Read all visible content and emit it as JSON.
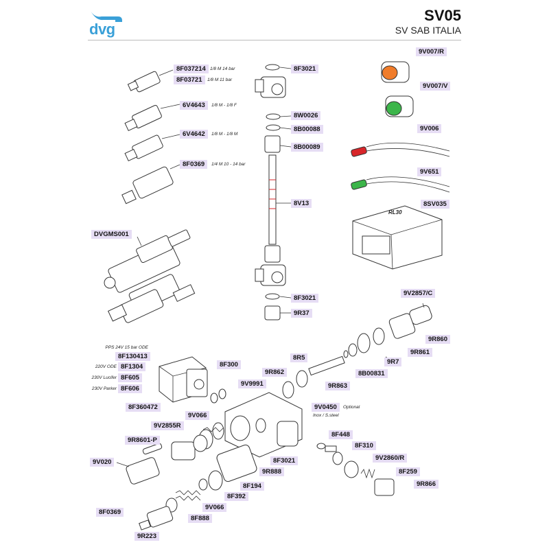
{
  "header": {
    "title": "SV05",
    "subtitle": "SV SAB ITALIA",
    "logo_text": "dvg",
    "brand_color": "#3aa0d8"
  },
  "colors": {
    "label_bg": "#e6ddf4",
    "orange_button": "#f07c2a",
    "green_button": "#3cb54a",
    "red_lamp": "#d8262a",
    "green_lamp": "#3cb54a"
  },
  "parts": {
    "p8F037214": "8F037214",
    "p8F03721": "8F03721",
    "p6V4643": "6V4643",
    "p6V4642": "6V4642",
    "p8F0369a": "8F0369",
    "pDVGMS001": "DVGMS001",
    "p8F3021a": "8F3021",
    "p8W0026": "8W0026",
    "p8B00088": "8B00088",
    "p8B00089": "8B00089",
    "p8V13": "8V13",
    "p8F3021b": "8F3021",
    "p9R37": "9R37",
    "p9V007R": "9V007/R",
    "p9V007V": "9V007/V",
    "p9V006": "9V006",
    "p9V651": "9V651",
    "p8SV035": "8SV035",
    "p9V2857C": "9V2857/C",
    "p9R860": "9R860",
    "p9R861": "9R861",
    "p8R5": "8R5",
    "p9R7": "9R7",
    "p8B00831": "8B00831",
    "p9R862": "9R862",
    "p9R863": "9R863",
    "p9V9991": "9V9991",
    "p8F130413": "8F130413",
    "p8F1304": "8F1304",
    "p8F605": "8F605",
    "p8F606": "8F606",
    "p8F300": "8F300",
    "p8F360472": "8F360472",
    "p9V066a": "9V066",
    "p9V2855R": "9V2855R",
    "p9R8601P": "9R8601-P",
    "p9V0450": "9V0450",
    "p8F448": "8F448",
    "p8F310": "8F310",
    "p9V2860R": "9V2860/R",
    "p8F259": "8F259",
    "p9R866": "9R866",
    "p9V020": "9V020",
    "p8F3021c": "8F3021",
    "p9R888": "9R888",
    "p8F194": "8F194",
    "p8F392": "8F392",
    "p9V066b": "9V066",
    "p8F888": "8F888",
    "p8F0369b": "8F0369",
    "p9R223": "9R223"
  },
  "notes": {
    "n8F037214": "1/8 M 14 bar",
    "n8F03721": "1/8 M 11 bar",
    "n6V4643": "1/8 M - 1/8 F",
    "n6V4642": "1/8 M - 1/8 M",
    "n8F0369": "1/4 M 10 - 14 bar",
    "nPPS": "PPS 24V 15 bar ODE",
    "n220V": "220V ODE",
    "nLucifer": "230V Lucifer",
    "nParker": "230V Parker",
    "nOptional": "Optional",
    "nInox": "Inox / S.steel",
    "nRL30": "RL30"
  }
}
